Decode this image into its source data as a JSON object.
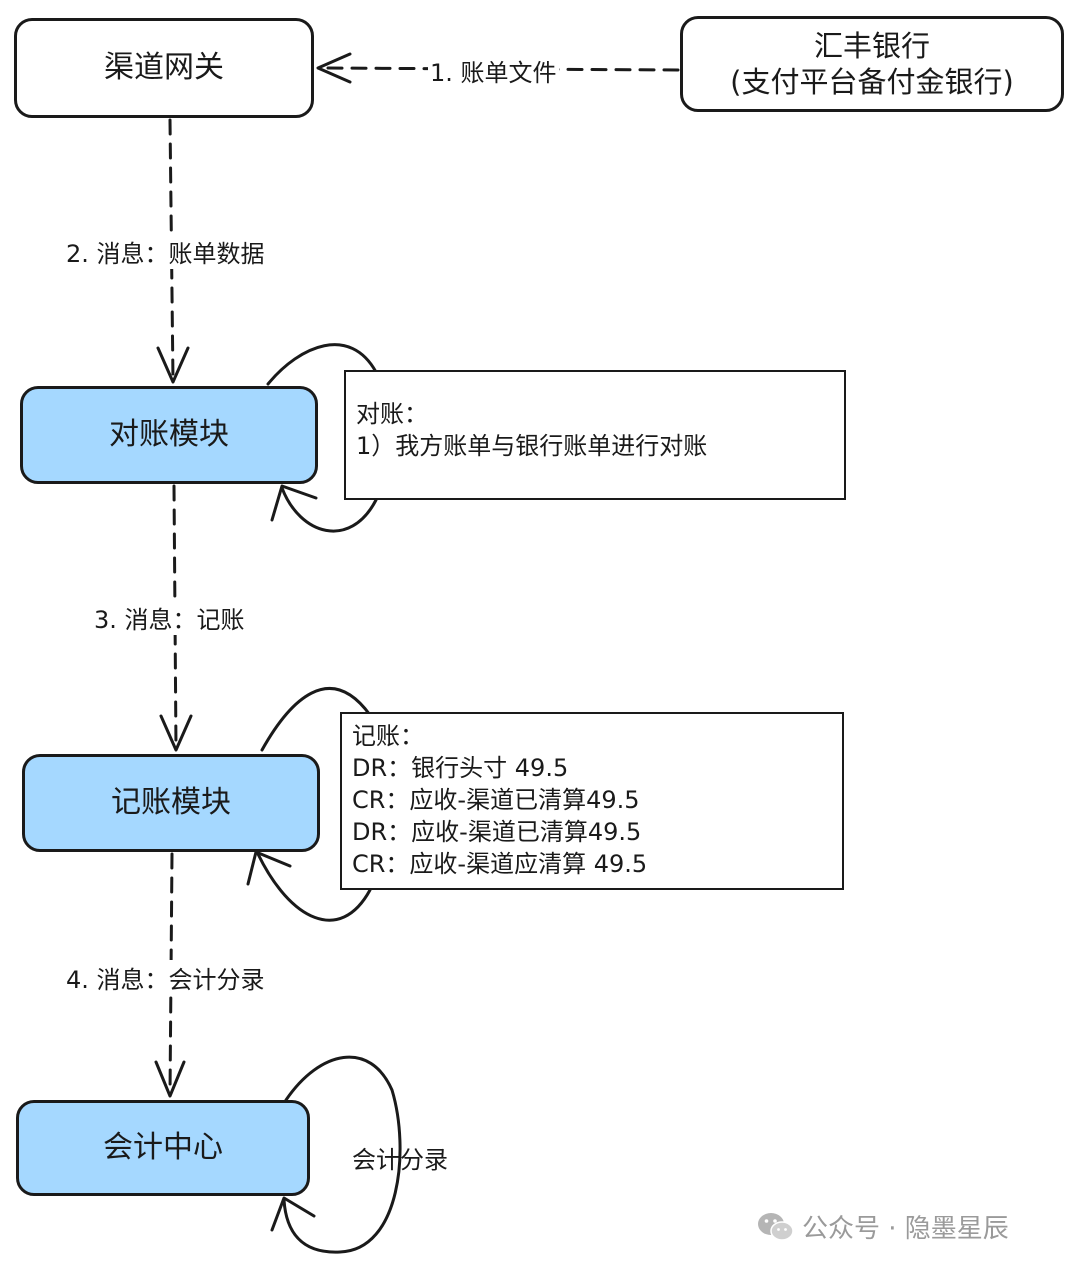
{
  "nodes": {
    "gateway": "渠道网关",
    "bank_line1": "汇丰银行",
    "bank_line2": "(支付平台备付金银行)",
    "recon": "对账模块",
    "booking": "记账模块",
    "accounting": "会计中心"
  },
  "edges": {
    "e1": "1. 账单文件",
    "e2": "2. 消息：账单数据",
    "e3": "3. 消息：记账",
    "e4": "4. 消息：会计分录"
  },
  "notes": {
    "recon": [
      "对账：",
      "1）我方账单与银行账单进行对账"
    ],
    "booking": [
      "记账：",
      "DR：银行头寸 49.5",
      "CR：应收-渠道已清算49.5",
      "DR：应收-渠道已清算49.5",
      "CR：应收-渠道应清算 49.5"
    ],
    "accounting_loop": "会计分录"
  },
  "colors": {
    "stroke": "#1a1a1a",
    "module_fill": "#a5d8ff",
    "box_fill": "#ffffff",
    "watermark": "#9a9a9a"
  },
  "watermark": {
    "icon": "wechat-icon",
    "text": "公众号 · 隐墨星辰"
  }
}
